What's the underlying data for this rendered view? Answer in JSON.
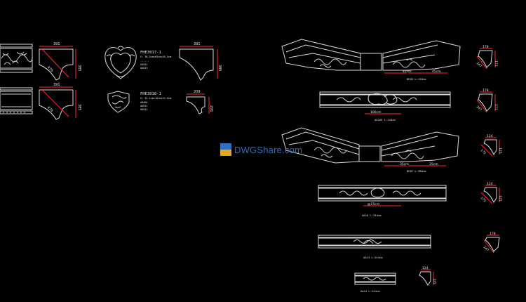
{
  "watermark": {
    "text": "DWGShare.com"
  },
  "left_panel": {
    "profile1": {
      "dims": [
        "391",
        "476",
        "385"
      ]
    },
    "profile2": {
      "dims": [
        "391",
        "476",
        "385"
      ]
    },
    "medallion1": {
      "code": "FHE3017-1",
      "spec": "S: 36.5cm×65cm×45.5cm",
      "notes": [
        "------",
        "A5012",
        "A5013"
      ]
    },
    "medallion2": {
      "code": "FHE3018-1",
      "spec": "S: 15.1cm×16cm×21.5cm",
      "notes": [
        "A6004",
        "A6011",
        "A6012"
      ]
    },
    "profile3": {
      "dims": [
        "391",
        "385"
      ]
    },
    "profile4": {
      "dims": [
        "209",
        "291"
      ]
    }
  },
  "right_panel": {
    "corner1": {
      "dims": [
        "45cm",
        "45cm"
      ],
      "label": "BE05  L:120cm"
    },
    "rail1": {
      "dim": "106cm",
      "label": "AA109  L:244cm"
    },
    "corner2": {
      "dims": [
        "35cm",
        "35cm"
      ],
      "label": "BE07  L:380cm"
    },
    "rail2": {
      "dim": "@15cm",
      "label": "AA10  L:244cm"
    },
    "rail3": {
      "label": "AA13  L:244cm"
    },
    "rail4": {
      "label": "AA14  L:244cm"
    },
    "sections": [
      {
        "dims": [
          "178",
          "171",
          "247"
        ]
      },
      {
        "dims": [
          "178",
          "171",
          "247"
        ]
      },
      {
        "dims": [
          "124",
          "125",
          "175"
        ]
      },
      {
        "dims": [
          "124",
          "125",
          "175"
        ]
      },
      {
        "dims": [
          "178",
          "247"
        ]
      },
      {
        "dims": [
          "124",
          "125"
        ]
      }
    ]
  }
}
